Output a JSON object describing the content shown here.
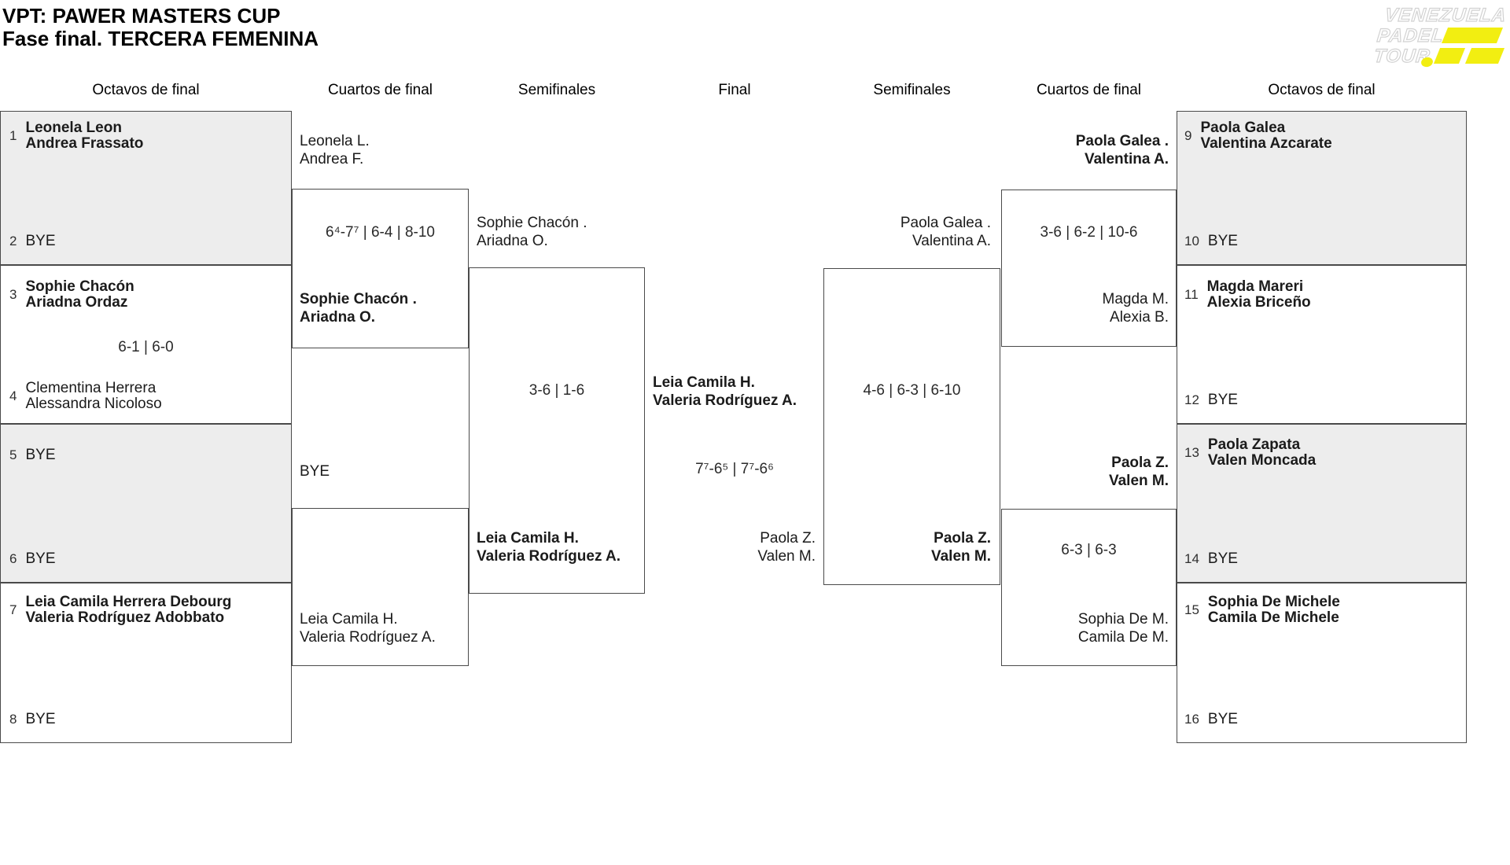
{
  "title": {
    "line1": "VPT: PAWER MASTERS CUP",
    "line2": "Fase final. TERCERA FEMENINA"
  },
  "logo": {
    "word1": "VENEZUELA",
    "word2": "PADEL",
    "word3": "TOUR",
    "accent_yellow": "#f2ee11"
  },
  "headers": {
    "h1": "Octavos de final",
    "h2": "Cuartos de final",
    "h3": "Semifinales",
    "h4": "Final",
    "h5": "Semifinales",
    "h6": "Cuartos de final",
    "h7": "Octavos de final"
  },
  "colors": {
    "shaded_box": "#ededed",
    "border": "#4a4a4a",
    "text": "#1b1b1b",
    "accent_yellow": "#f2ee11"
  },
  "octavos_left": {
    "e1": {
      "seed": "1",
      "n1": "Leonela Leon",
      "n2": "Andrea Frassato"
    },
    "e2": {
      "seed": "2",
      "n1": "BYE"
    },
    "e3": {
      "seed": "3",
      "n1": "Sophie Chacón",
      "n2": "Ariadna Ordaz"
    },
    "score_m2": "6-1 | 6-0",
    "e4": {
      "seed": "4",
      "n1": "Clementina Herrera",
      "n2": "Alessandra Nicoloso"
    },
    "e5": {
      "seed": "5",
      "n1": "BYE"
    },
    "e6": {
      "seed": "6",
      "n1": "BYE"
    },
    "e7": {
      "seed": "7",
      "n1": "Leia Camila Herrera Debourg",
      "n2": "Valeria Rodríguez Adobbato"
    },
    "e8": {
      "seed": "8",
      "n1": "BYE"
    }
  },
  "cuartos_left": {
    "top": {
      "t1a": "Leonela L.",
      "t1b": "Andrea F.",
      "score": "6⁴-7⁷ | 6-4 | 8-10",
      "w1": "Sophie Chacón .",
      "w2": "Ariadna O."
    },
    "bottom": {
      "t1a": "BYE",
      "w1": "Leia Camila H.",
      "w2": "Valeria Rodríguez A."
    }
  },
  "semi_left": {
    "t1a": "Sophie Chacón .",
    "t1b": "Ariadna O.",
    "score": "3-6 | 1-6",
    "w1": "Leia Camila H.",
    "w2": "Valeria Rodríguez A."
  },
  "final": {
    "w1": "Leia Camila H.",
    "w2": "Valeria Rodríguez A.",
    "score": "7⁷-6⁵ | 7⁷-6⁶",
    "l1": "Paola Z.",
    "l2": "Valen M."
  },
  "semi_right": {
    "t1a": "Paola Galea .",
    "t1b": "Valentina A.",
    "score": "4-6 | 6-3 | 6-10",
    "w1": "Paola Z.",
    "w2": "Valen M."
  },
  "cuartos_right": {
    "top": {
      "w1": "Paola Galea .",
      "w2": "Valentina A.",
      "score": "3-6 | 6-2 | 10-6",
      "l1": "Magda M.",
      "l2": "Alexia B."
    },
    "bottom": {
      "w1": "Paola Z.",
      "w2": "Valen M.",
      "score": "6-3 | 6-3",
      "l1": "Sophia De M.",
      "l2": "Camila De M."
    }
  },
  "octavos_right": {
    "e9": {
      "seed": "9",
      "n1": "Paola Galea",
      "n2": "Valentina Azcarate"
    },
    "e10": {
      "seed": "10",
      "n1": "BYE"
    },
    "e11": {
      "seed": "11",
      "n1": "Magda Mareri",
      "n2": "Alexia Briceño"
    },
    "e12": {
      "seed": "12",
      "n1": "BYE"
    },
    "e13": {
      "seed": "13",
      "n1": "Paola Zapata",
      "n2": "Valen Moncada"
    },
    "e14": {
      "seed": "14",
      "n1": "BYE"
    },
    "e15": {
      "seed": "15",
      "n1": "Sophia De Michele",
      "n2": "Camila De Michele"
    },
    "e16": {
      "seed": "16",
      "n1": "BYE"
    }
  }
}
